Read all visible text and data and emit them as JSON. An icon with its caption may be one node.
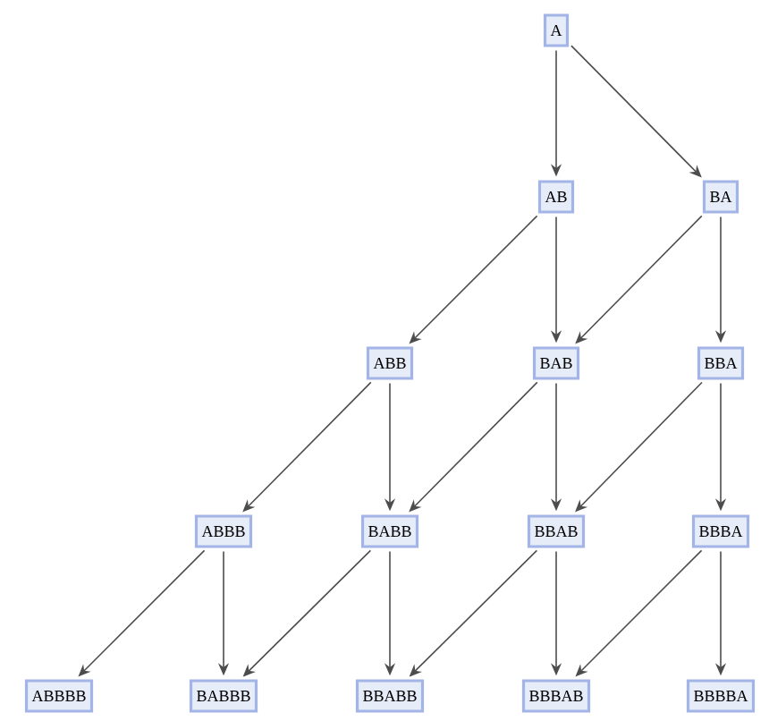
{
  "diagram": {
    "nodes": [
      {
        "text": [
          "A"
        ]
      },
      {
        "text": [
          "AB"
        ]
      },
      {
        "text": [
          "BA"
        ]
      },
      {
        "text": [
          "ABB"
        ]
      },
      {
        "text": [
          "BAB"
        ]
      },
      {
        "text": [
          "BBA"
        ]
      },
      {
        "text": [
          "ABBB"
        ]
      },
      {
        "text": [
          "BABB"
        ]
      },
      {
        "text": [
          "BBAB"
        ]
      },
      {
        "text": [
          "BBBA"
        ]
      },
      {
        "text": [
          "ABBBB"
        ]
      },
      {
        "text": [
          "BABBB"
        ]
      },
      {
        "text": [
          "BBABB"
        ]
      },
      {
        "text": [
          "BBBAB"
        ]
      },
      {
        "text": [
          "BBBBA"
        ]
      }
    ],
    "edges": [
      {
        "from": 0,
        "to": 1,
        "arrow": "to"
      },
      {
        "from": 0,
        "to": 2,
        "arrow": "to"
      },
      {
        "from": 1,
        "to": 3,
        "arrow": "to"
      },
      {
        "from": 1,
        "to": 4,
        "arrow": "to"
      },
      {
        "from": 2,
        "to": 4,
        "arrow": "to"
      },
      {
        "from": 2,
        "to": 5,
        "arrow": "to"
      },
      {
        "from": 3,
        "to": 6,
        "arrow": "to"
      },
      {
        "from": 3,
        "to": 7,
        "arrow": "to"
      },
      {
        "from": 4,
        "to": 7,
        "arrow": "to"
      },
      {
        "from": 4,
        "to": 8,
        "arrow": "to"
      },
      {
        "from": 5,
        "to": 8,
        "arrow": "to"
      },
      {
        "from": 5,
        "to": 9,
        "arrow": "to"
      },
      {
        "from": 6,
        "to": 10,
        "arrow": "to"
      },
      {
        "from": 6,
        "to": 11,
        "arrow": "to"
      },
      {
        "from": 7,
        "to": 11,
        "arrow": "to"
      },
      {
        "from": 7,
        "to": 12,
        "arrow": "to"
      },
      {
        "from": 8,
        "to": 12,
        "arrow": "to"
      },
      {
        "from": 8,
        "to": 13,
        "arrow": "to"
      },
      {
        "from": 9,
        "to": 13,
        "arrow": "to"
      },
      {
        "from": 9,
        "to": 14,
        "arrow": "to"
      }
    ]
  }
}
